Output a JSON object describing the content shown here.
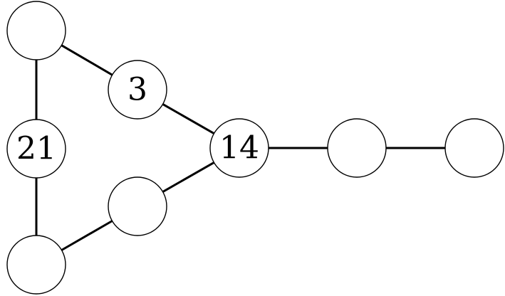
{
  "graph": {
    "nodes": [
      {
        "id": "top-left",
        "label": ""
      },
      {
        "id": "three",
        "label": "3"
      },
      {
        "id": "twenty-one",
        "label": "21"
      },
      {
        "id": "fourteen",
        "label": "14"
      },
      {
        "id": "right-middle",
        "label": ""
      },
      {
        "id": "far-right",
        "label": ""
      },
      {
        "id": "lower-middle",
        "label": ""
      },
      {
        "id": "bottom-left",
        "label": ""
      }
    ],
    "edges": [
      [
        "top-left",
        "three"
      ],
      [
        "top-left",
        "twenty-one"
      ],
      [
        "three",
        "fourteen"
      ],
      [
        "twenty-one",
        "bottom-left"
      ],
      [
        "bottom-left",
        "lower-middle"
      ],
      [
        "lower-middle",
        "fourteen"
      ],
      [
        "fourteen",
        "right-middle"
      ],
      [
        "right-middle",
        "far-right"
      ]
    ],
    "colors": {
      "stroke": "#000000",
      "fill": "#ffffff"
    }
  }
}
